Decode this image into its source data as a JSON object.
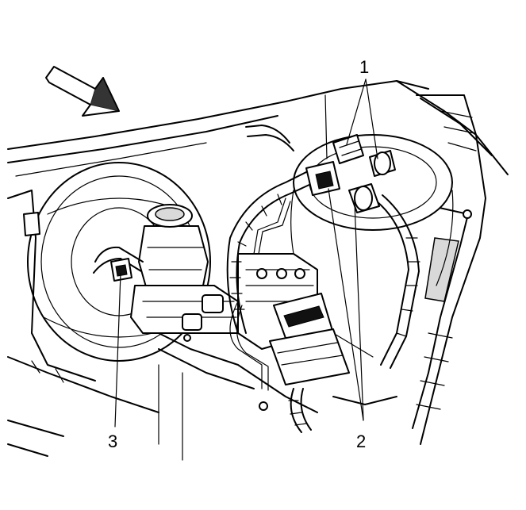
{
  "callouts": [
    {
      "id": "1",
      "label": "1"
    },
    {
      "id": "2",
      "label": "2"
    },
    {
      "id": "3",
      "label": "3"
    }
  ],
  "colors": {
    "ink": "#000000",
    "paper": "#ffffff",
    "shade": "#d9d9d9"
  }
}
